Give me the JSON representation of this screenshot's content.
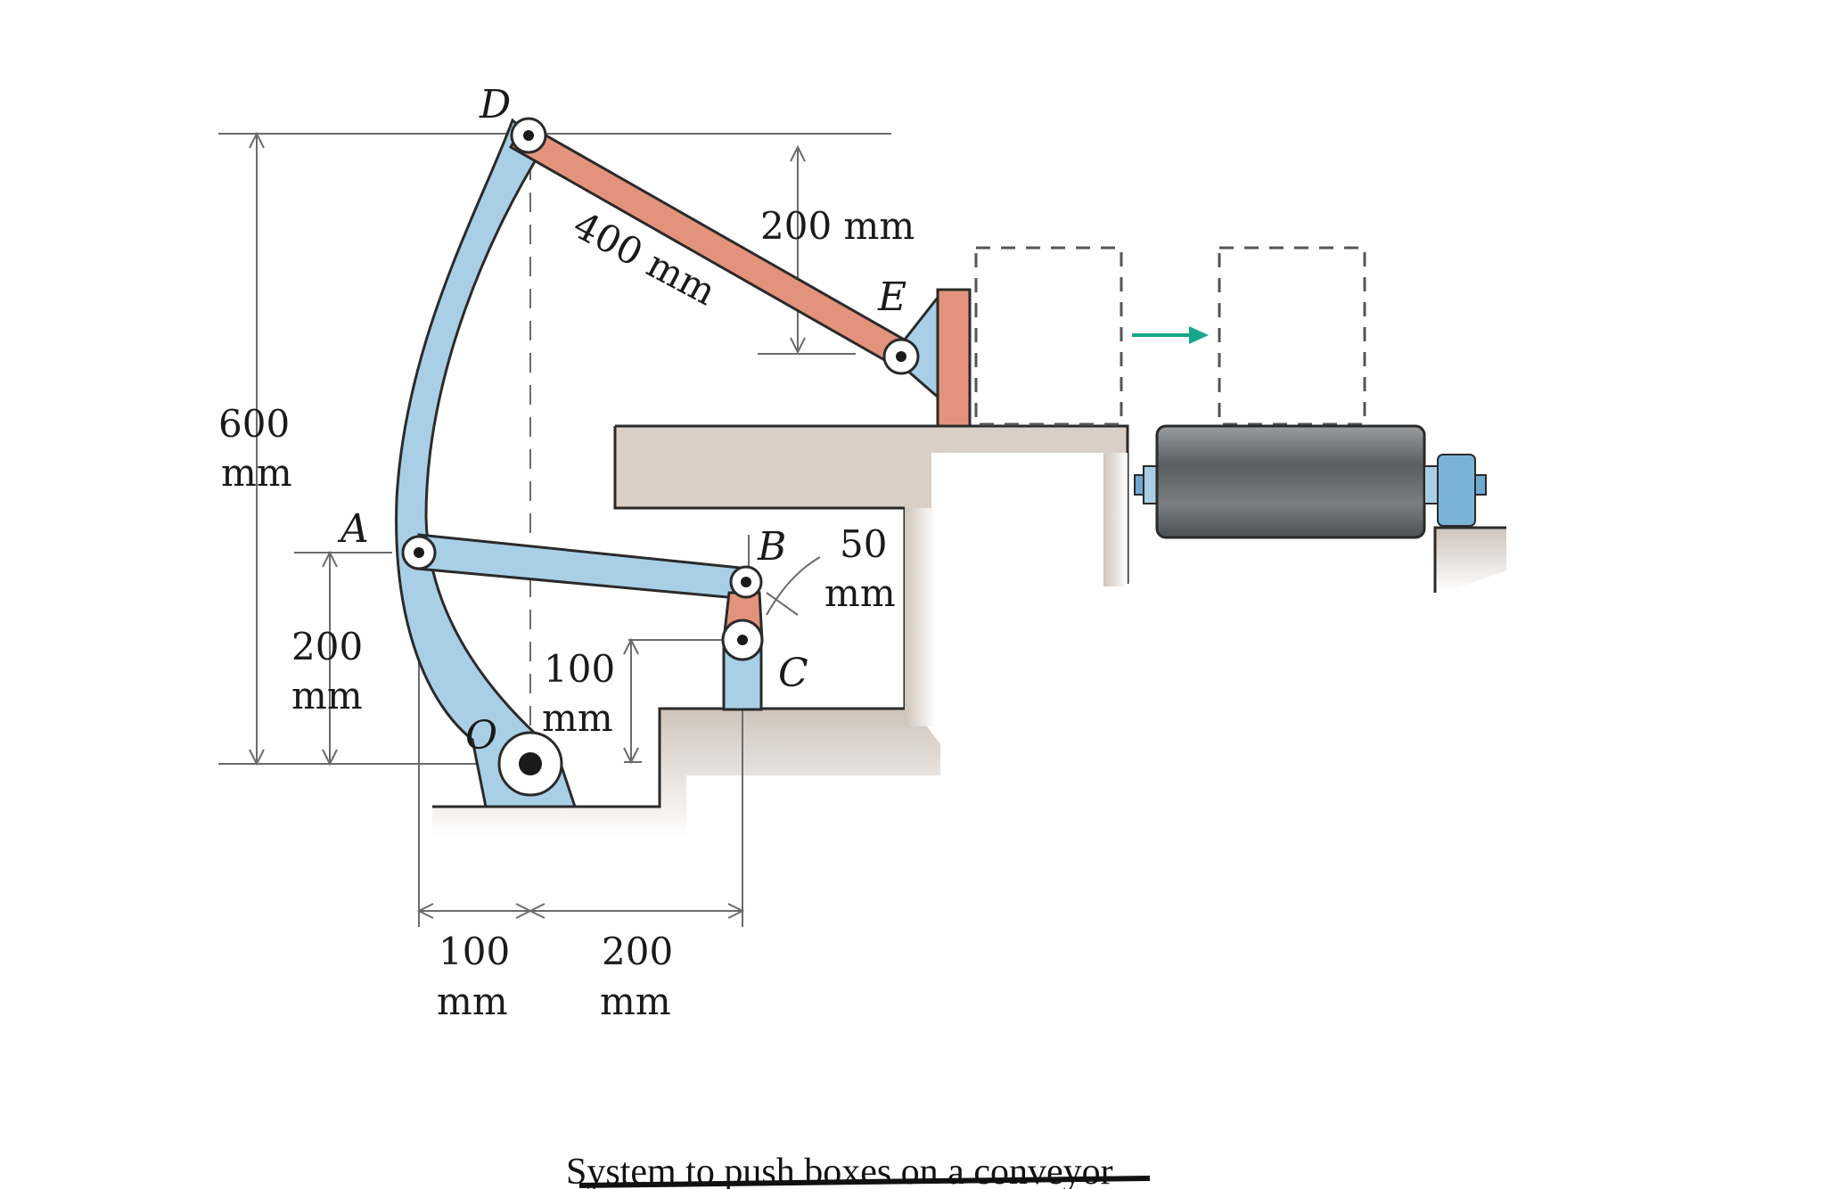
{
  "points": {
    "A": "A",
    "B": "B",
    "C": "C",
    "D": "D",
    "E": "E",
    "O": "O"
  },
  "dimensions": {
    "total_height_value": "600",
    "total_height_unit": "mm",
    "a_height_value": "200",
    "a_height_unit": "mm",
    "link_de": "400 mm",
    "e_drop": "200 mm",
    "bc_length_value": "50",
    "bc_length_unit": "mm",
    "c_height_value": "100",
    "c_height_unit": "mm",
    "bottom_left_value": "100",
    "bottom_left_unit": "mm",
    "bottom_right_value": "200",
    "bottom_right_unit": "mm"
  },
  "caption": "System to push boxes on a conveyor",
  "colors": {
    "crank_blue": "#a9cfe6",
    "link_salmon": "#e3937b",
    "ground": "#d6cbc3",
    "roller": "#6c6f72",
    "arrow_green": "#17a88a"
  }
}
